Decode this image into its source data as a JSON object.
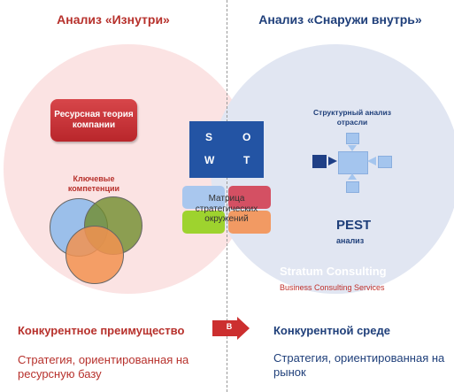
{
  "left": {
    "title": "Анализ «Изнутри»",
    "resource_theory": "Ресурсная теория компании",
    "core_competencies": "Ключевые компетенции",
    "advantage_title": "Конкурентное преимущество",
    "advantage_text": "Стратегия, ориентированная на ресурсную базу"
  },
  "right": {
    "title": "Анализ «Снаружи внутрь»",
    "industry_analysis": "Структурный анализ отрасли",
    "pest": "PEST",
    "pest_sub": "анализ",
    "environment_title": "Конкурентной среде",
    "environment_text": "Стратегия, ориентированная на рынок"
  },
  "center": {
    "swot": [
      "S",
      "O",
      "W",
      "T"
    ],
    "matrix_label": "Матрица стратегических окружений",
    "arrow_label": "В"
  },
  "watermark": {
    "name": "Stratum Consulting",
    "tagline": "Business Consulting Services"
  },
  "colors": {
    "red_accent": "#b7312c",
    "blue_accent": "#1f3f7a",
    "swot_blue": "#2354a4",
    "left_circle": "#fbe3e3",
    "right_circle": "#e1e6f2"
  }
}
